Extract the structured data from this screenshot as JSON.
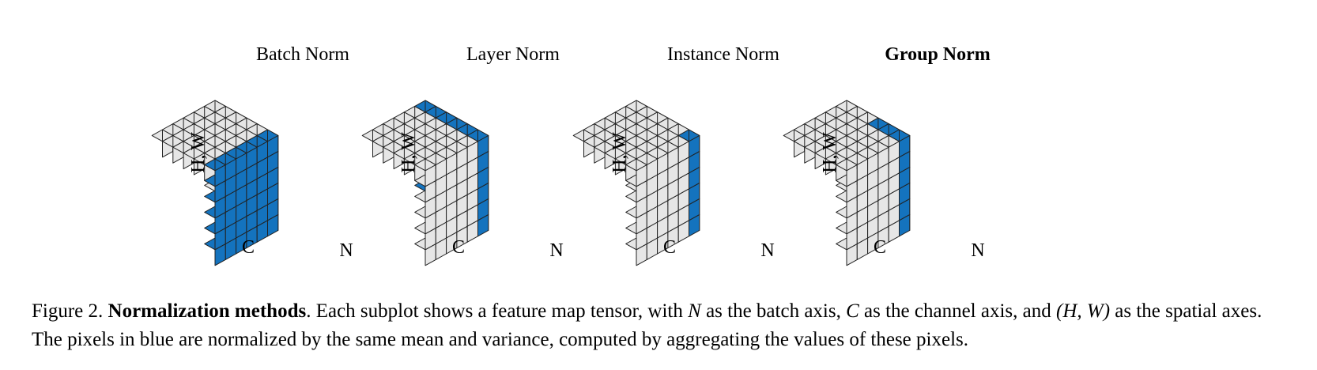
{
  "colors": {
    "highlight": "#1473BE",
    "cell": "#E6E6E6",
    "grid": "#222222"
  },
  "panels": [
    {
      "id": "batch-norm",
      "title": "Batch Norm",
      "bold": false,
      "highlight": "batch",
      "axis_hw": "H, W",
      "axis_c": "C",
      "axis_n": "N"
    },
    {
      "id": "layer-norm",
      "title": "Layer Norm",
      "bold": false,
      "highlight": "layer",
      "axis_hw": "H, W",
      "axis_c": "C",
      "axis_n": "N"
    },
    {
      "id": "instance-norm",
      "title": "Instance Norm",
      "bold": false,
      "highlight": "instance",
      "axis_hw": "H, W",
      "axis_c": "C",
      "axis_n": "N"
    },
    {
      "id": "group-norm",
      "title": "Group Norm",
      "bold": true,
      "highlight": "group",
      "axis_hw": "H, W",
      "axis_c": "C",
      "axis_n": "N"
    }
  ],
  "caption": {
    "label": "Figure 2.",
    "bold_title": "Normalization methods",
    "text_1": ". Each subplot shows a feature map tensor, with ",
    "sym_n": "N",
    "text_2": " as the batch axis, ",
    "sym_c": "C",
    "text_3": " as the channel axis, and ",
    "sym_hw": "(H, W)",
    "text_4": " as the spatial axes. The pixels in blue are normalized by the same mean and variance, computed by aggregating the values of these pixels."
  }
}
